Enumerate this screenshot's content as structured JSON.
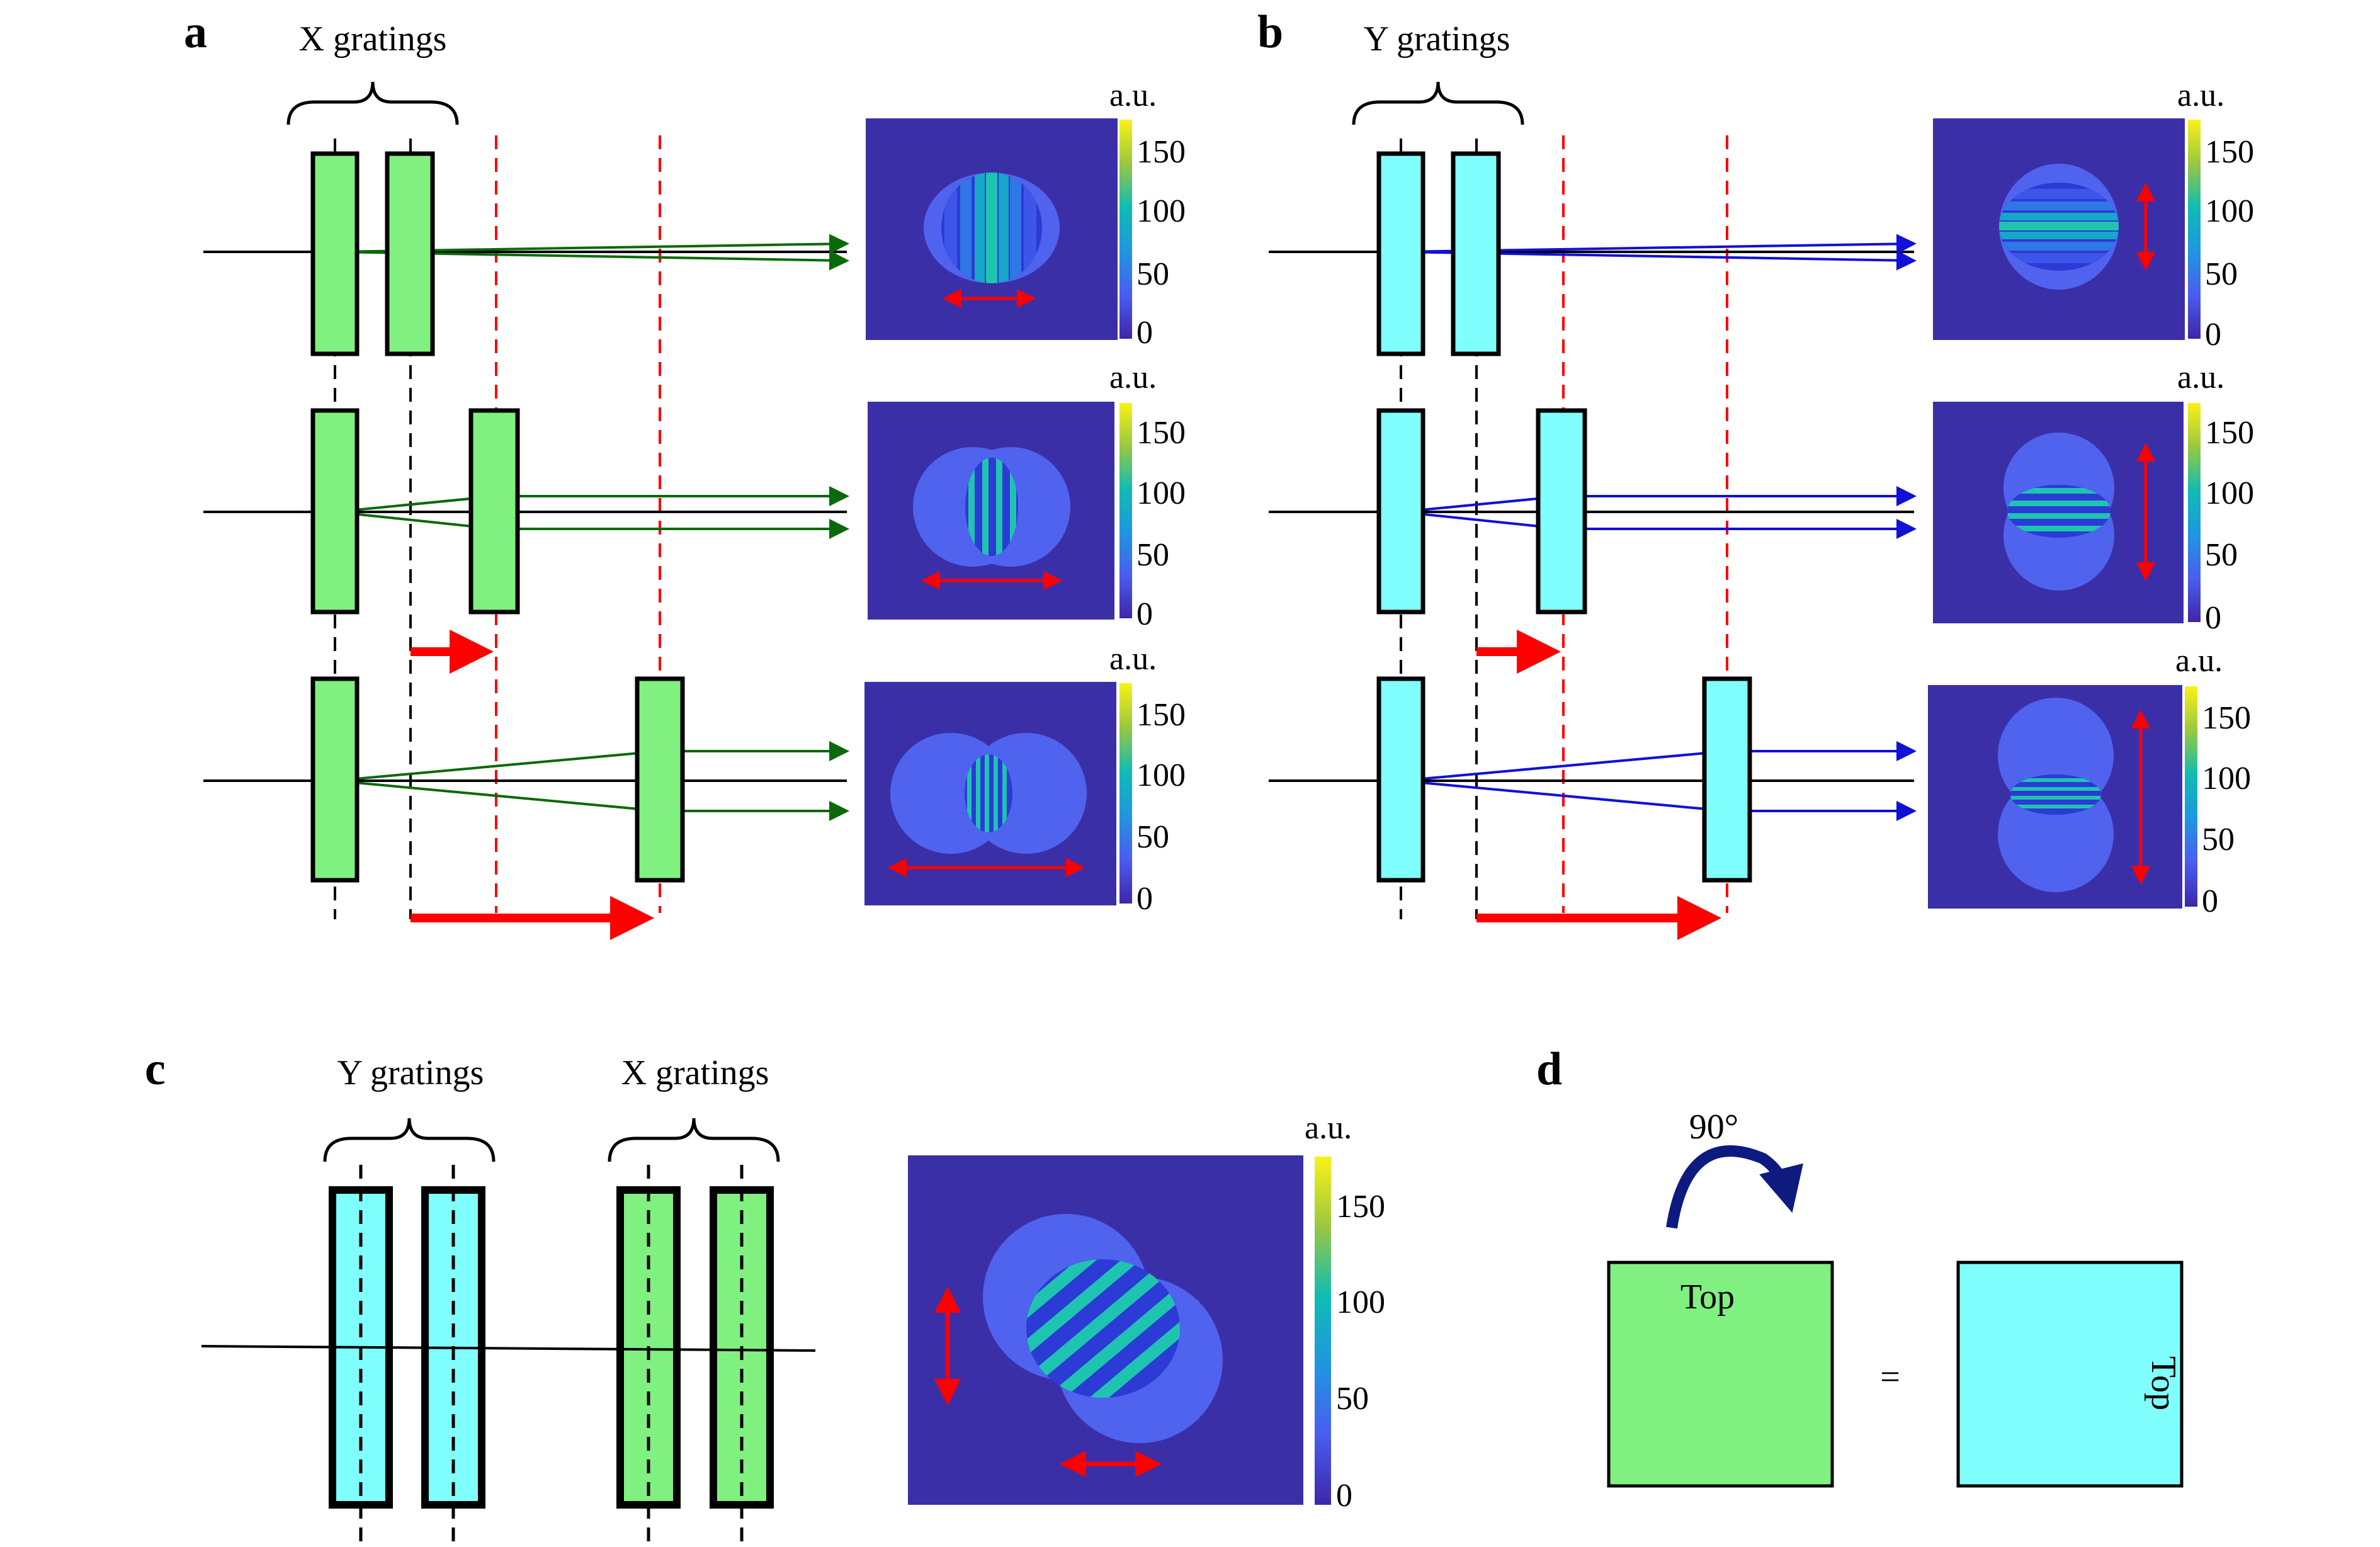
{
  "panels": {
    "a": {
      "label": "a",
      "title": "X gratings"
    },
    "b": {
      "label": "b",
      "title": "Y gratings"
    },
    "c": {
      "label": "c",
      "title_left": "Y gratings",
      "title_right": "X gratings"
    },
    "d": {
      "label": "d",
      "angle": "90°",
      "top_left": "Top",
      "equals": "=",
      "top_right": "Top"
    }
  },
  "colorbar": {
    "unit": "a.u.",
    "ticks": [
      "150",
      "100",
      "50",
      "0"
    ]
  },
  "colors": {
    "x_grating": "#80f080",
    "y_grating": "#80ffff",
    "x_rays": "#0a6a0a",
    "y_rays": "#1010d8",
    "shift_arrow": "#ff0000",
    "marker_line": "#ff0000",
    "image_bg": "#3b2fa8",
    "disk": "#4f63ee",
    "rotate_arrow": "#0d1a80"
  }
}
